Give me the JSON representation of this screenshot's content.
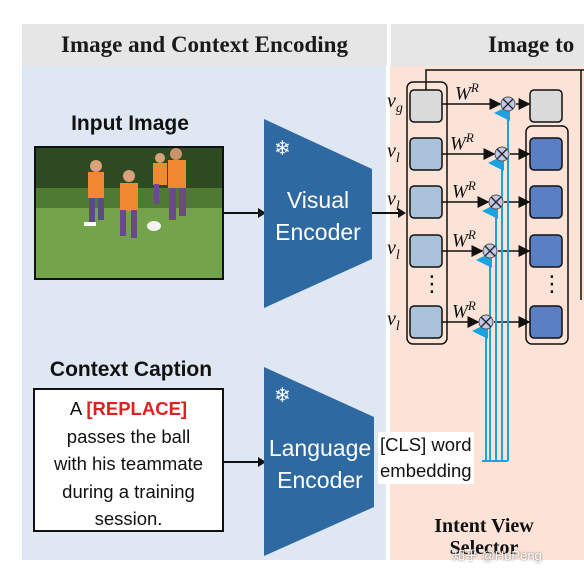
{
  "headers": {
    "left": "Image and Context Encoding",
    "right": "Image to"
  },
  "input_image": {
    "title": "Input Image"
  },
  "visual_encoder": {
    "line1": "Visual",
    "line2": "Encoder",
    "frozen_icon": "snowflake-icon"
  },
  "language_encoder": {
    "line1": "Language",
    "line2": "Encoder",
    "frozen_icon": "snowflake-icon"
  },
  "context_caption": {
    "title": "Context Caption",
    "word_a": "A",
    "replace": "[REPLACE]",
    "line2": "passes the ball",
    "line3": "with his teammate",
    "line4": "during a training",
    "line5": "session."
  },
  "cls": {
    "line1": "[CLS] word",
    "line2": "embedding"
  },
  "selector": {
    "v_g": "v",
    "v_g_sub": "g",
    "v_l": "v",
    "v_l_sub": "l",
    "w": "W",
    "w_sup": "R",
    "dots": "⋮",
    "label_line1": "Intent View",
    "label_line2": "Selector"
  },
  "watermark": "知乎 @HuPeng",
  "colors": {
    "encoder_blue": "#2f69a2",
    "left_bg": "#dfe7f3",
    "right_bg": "#fbe3d8",
    "token_light": "#a9c2d9",
    "token_grey": "#dadada",
    "token_dark": "#5b7fc4",
    "cyan_line": "#1aa3e0",
    "cross_node": "#c4c8e8",
    "replace_red": "#e02020"
  }
}
